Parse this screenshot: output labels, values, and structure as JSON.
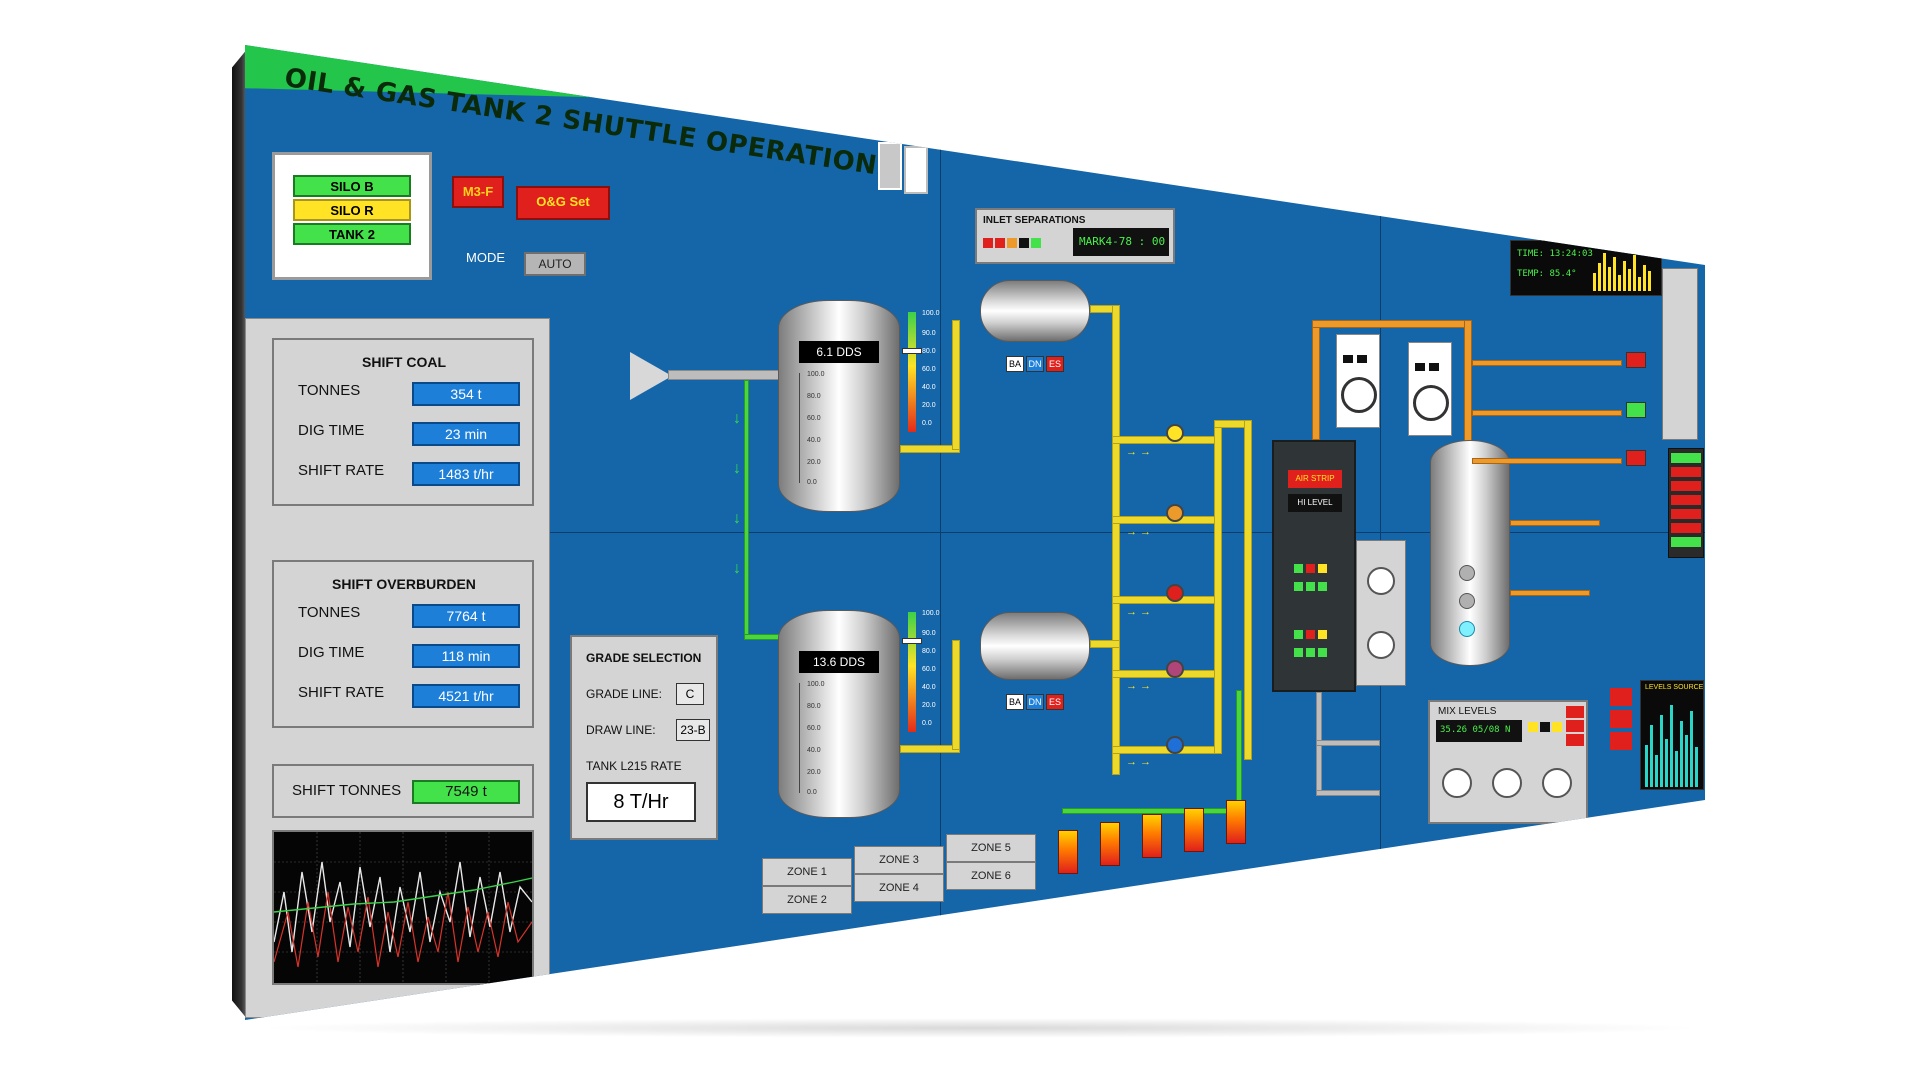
{
  "title": "OIL & GAS TANK 2 SHUTTLE OPERATIONS",
  "status_tags": [
    {
      "label": "SILO B",
      "color": "#44e24a"
    },
    {
      "label": "SILO R",
      "color": "#ffe324"
    },
    {
      "label": "TANK 2",
      "color": "#44e24a"
    }
  ],
  "buttons": {
    "m3f": "M3-F",
    "og_set": "O&G Set",
    "mode_label": "MODE",
    "mode_value": "AUTO"
  },
  "shift_coal": {
    "title": "SHIFT COAL",
    "rows": [
      {
        "label": "TONNES",
        "value": "354 t"
      },
      {
        "label": "DIG TIME",
        "value": "23 min"
      },
      {
        "label": "SHIFT RATE",
        "value": "1483 t/hr"
      }
    ]
  },
  "shift_overburden": {
    "title": "SHIFT OVERBURDEN",
    "rows": [
      {
        "label": "TONNES",
        "value": "7764 t"
      },
      {
        "label": "DIG TIME",
        "value": "118 min"
      },
      {
        "label": "SHIFT RATE",
        "value": "4521 t/hr"
      }
    ]
  },
  "shift_tonnes": {
    "label": "SHIFT TONNES",
    "value": "7549 t"
  },
  "grade_selection": {
    "title": "GRADE SELECTION",
    "grade_line_label": "GRADE LINE:",
    "grade_line_value": "C",
    "draw_line_label": "DRAW LINE:",
    "draw_line_value": "23-B",
    "tank_rate_label": "TANK L215 RATE",
    "tank_rate_value": "8 T/Hr"
  },
  "tanks": [
    {
      "display": "6.1 DDS"
    },
    {
      "display": "13.6 DDS"
    }
  ],
  "tank_scale": [
    "100.0",
    "80.0",
    "60.0",
    "40.0",
    "20.0",
    "0.0"
  ],
  "level_scale": [
    "100.0",
    "90.0",
    "80.0",
    "60.0",
    "40.0",
    "20.0",
    "0.0"
  ],
  "separator_buttons": [
    "BA",
    "DN",
    "ES"
  ],
  "inlet_separations": {
    "label": "INLET SEPARATIONS",
    "readout": "MARK4-78 : 00"
  },
  "rack": {
    "alarm": "AIR STRIP",
    "status": "HI LEVEL"
  },
  "zones": [
    "ZONE 1",
    "ZONE 2",
    "ZONE 3",
    "ZONE 4",
    "ZONE 5",
    "ZONE 6"
  ],
  "mix_levels": {
    "label": "MIX LEVELS",
    "readout": "35.26 05/08 N"
  },
  "clock": {
    "time": "TIME: 13:24:03",
    "temp": "TEMP: 85.4°"
  },
  "levels_side": "LEVELS SOURCE",
  "accent": "#1565a9"
}
